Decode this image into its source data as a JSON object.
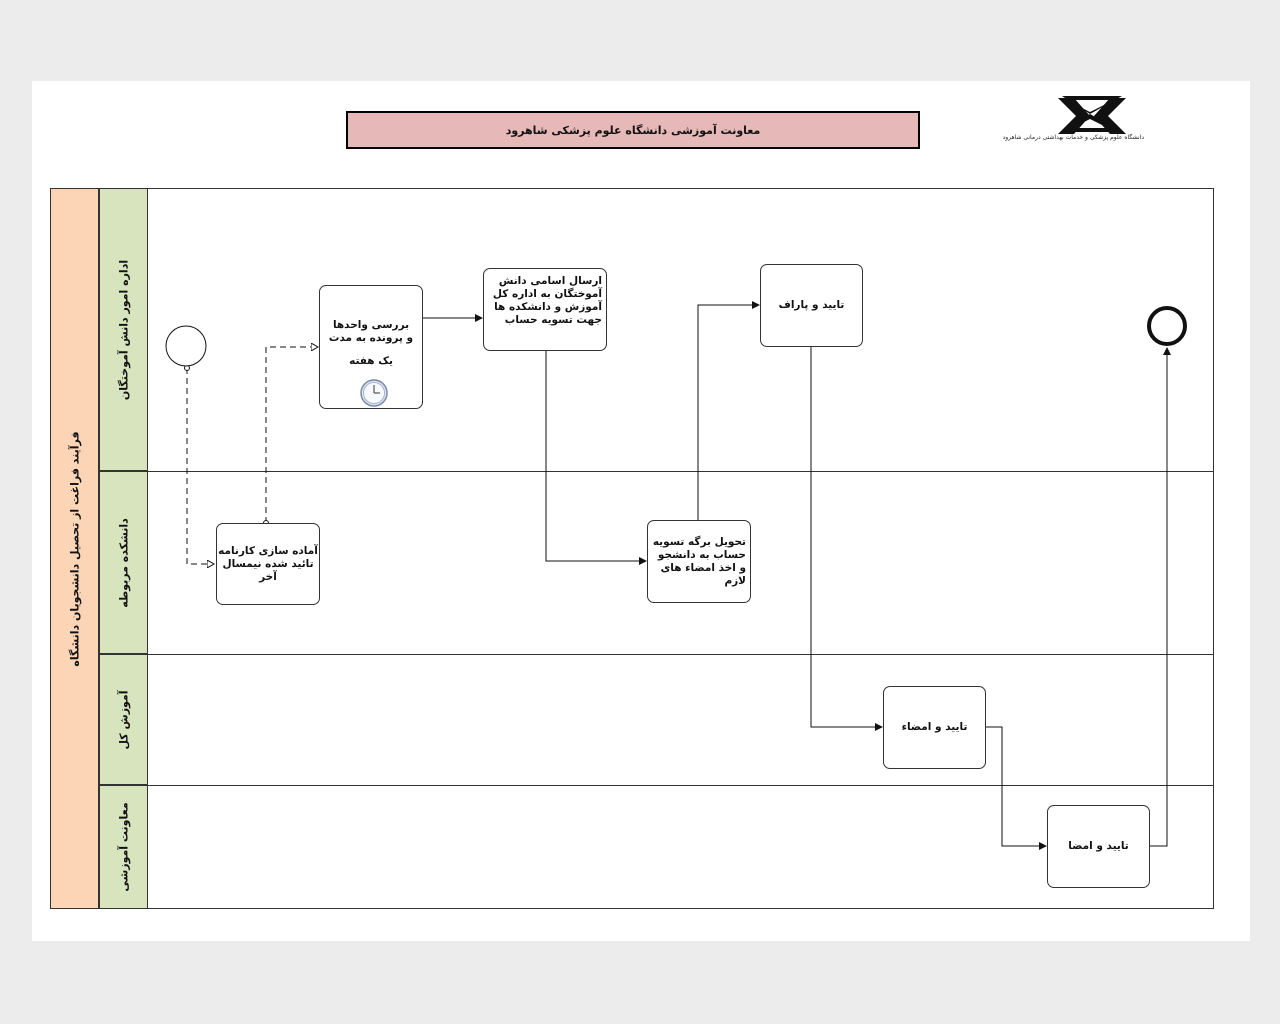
{
  "header": {
    "title": "معاونت آموزشی دانشگاه علوم پزشکی شاهرود"
  },
  "logo": {
    "caption": "دانشگاه علوم پزشکی و خدمات بهداشتی درمانی شاهرود"
  },
  "pool": {
    "title": "فرآیند فراغت از تحصیل دانشجویان دانشگاه"
  },
  "lanes": [
    {
      "label": "اداره امور دانش آموختگان"
    },
    {
      "label": "دانشکده مربوطه"
    },
    {
      "label": "آموزش کل"
    },
    {
      "label": "معاونت آموزشی"
    }
  ],
  "tasks": {
    "prepare_transcript": "آماده سازی کارنامه تائید شده نیمسال آخر",
    "review_units": "بررسی واحدها و پرونده به مدت",
    "review_duration": "یک هفته",
    "send_names": "ارسال اسامی دانش آموختگان به اداره کل آموزش و دانشکده ها جهت تسویه حساب",
    "deliver_form": "تحویل برگه تسویه حساب به دانشجو و اخذ امضاء های لازم",
    "approve_initial": "تایید و پاراف",
    "approve_sign_1": "تایید و امضاء",
    "approve_sign_2": "تایید و امضا"
  },
  "icons": {
    "timer": "clock-icon",
    "start": "start-event-icon",
    "end": "end-event-icon"
  },
  "colors": {
    "pool_header": "#fbd5b5",
    "lane_header": "#d7e4bd",
    "title_box": "#e6b9b8"
  }
}
